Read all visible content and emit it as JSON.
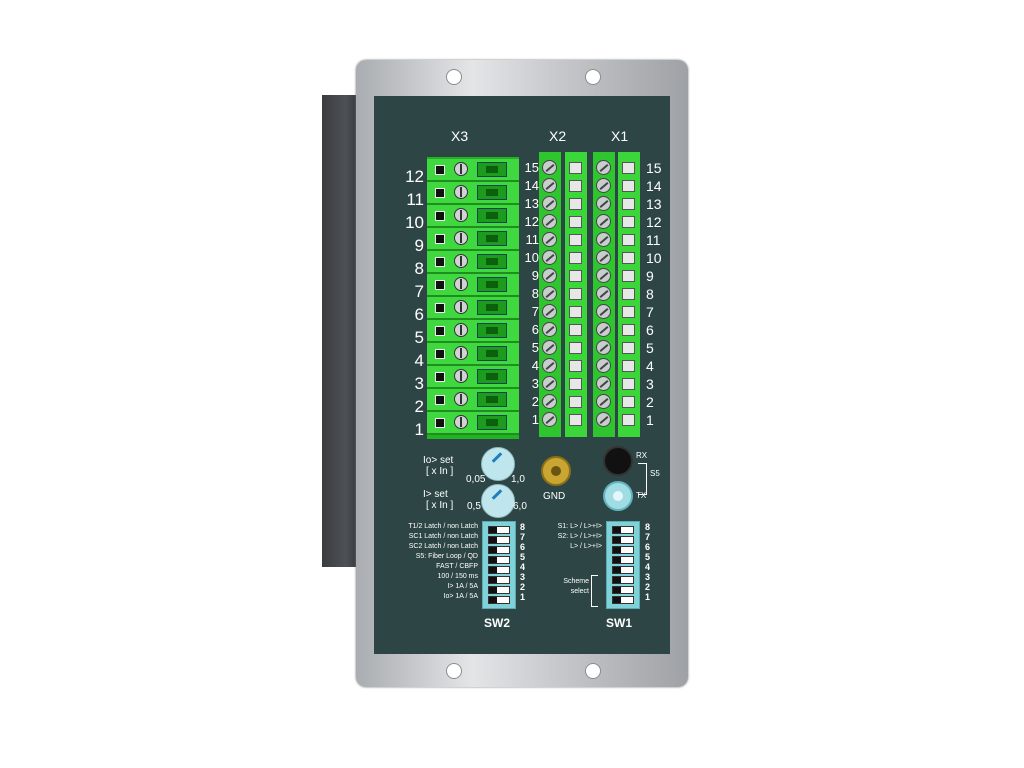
{
  "headers": {
    "x3": "X3",
    "x2": "X2",
    "x1": "X1"
  },
  "x3_numbers": [
    "12",
    "11",
    "10",
    "9",
    "8",
    "7",
    "6",
    "5",
    "4",
    "3",
    "2",
    "1"
  ],
  "x2_numbers": [
    "15",
    "14",
    "13",
    "12",
    "11",
    "10",
    "9",
    "8",
    "7",
    "6",
    "5",
    "4",
    "3",
    "2",
    "1"
  ],
  "x1_numbers": [
    "15",
    "14",
    "13",
    "12",
    "11",
    "10",
    "9",
    "8",
    "7",
    "6",
    "5",
    "4",
    "3",
    "2",
    "1"
  ],
  "knob_io": {
    "label1": "Io> set",
    "label2": "[ x In ]",
    "min": "0,05",
    "max": "1,0"
  },
  "knob_i": {
    "label1": "I> set",
    "label2": "[ x In ]",
    "min": "0,5",
    "max": "6,0"
  },
  "gnd_label": "GND",
  "rx_label": "RX",
  "tx_label": "TX",
  "s5_label": "S5",
  "sw2": {
    "label": "SW2",
    "items": [
      "T1/2  Latch / non Latch",
      "SC1 Latch / non Latch",
      "SC2 Latch / non Latch",
      "S5: Fiber Loop / QD",
      "FAST / CBFP",
      "100 / 150 ms",
      "I> 1A / 5A",
      "Io> 1A / 5A"
    ],
    "numbers": [
      "8",
      "7",
      "6",
      "5",
      "4",
      "3",
      "2",
      "1"
    ]
  },
  "sw1": {
    "label": "SW1",
    "items": [
      "S1: L> / L>+I>",
      "S2: L> / L>+I>",
      "L> / L>+I>"
    ],
    "scheme1": "Scheme",
    "scheme2": "select",
    "numbers": [
      "8",
      "7",
      "6",
      "5",
      "4",
      "3",
      "2",
      "1"
    ]
  },
  "colors": {
    "panel": "#2d4645",
    "terminal_green": "#3fd93f",
    "dip": "#7fd3d8"
  }
}
